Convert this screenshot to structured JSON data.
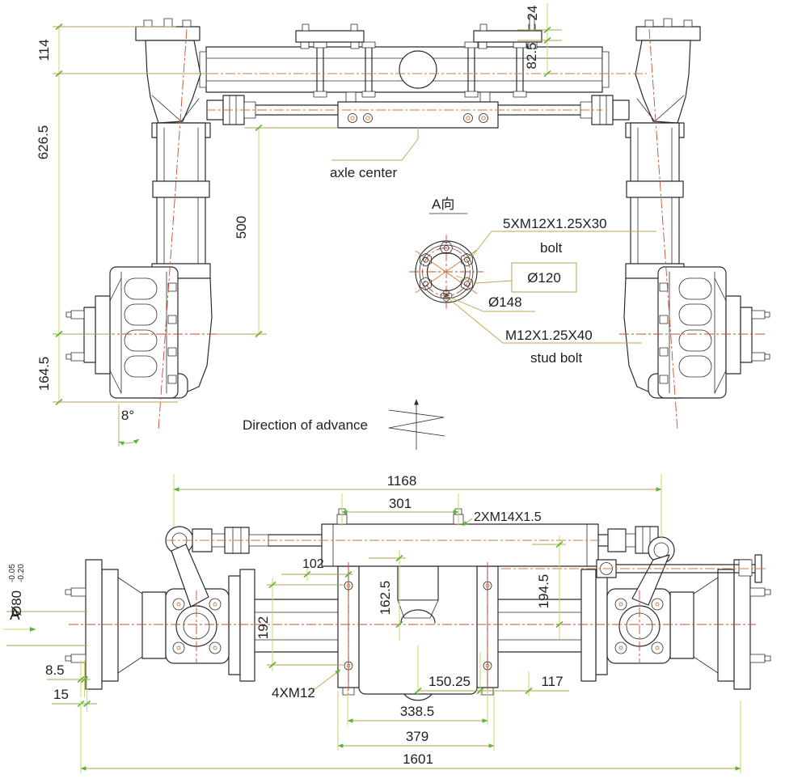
{
  "colors": {
    "outline": "#2b2b2b",
    "dimension": "#b3a24f",
    "dimension_light": "#ccd36a",
    "arrow_tick": "#5cb637",
    "centerline": "#cc4a2e",
    "centerline_orange": "#cf7a3a",
    "leader": "#c2a44e",
    "text": "#1f1f1f",
    "background": "#ffffff"
  },
  "front_view": {
    "labels": {
      "axle_center": "axle center"
    },
    "dimensions": {
      "bracket_top_to_center": "114",
      "center_to_wheel_center": "626.5",
      "wheel_center_to_bottom": "164.5",
      "kingpin_angle": "8°",
      "bracket_height": "24",
      "bracket_to_center": "82.5",
      "tie_rod_drop": "500"
    }
  },
  "detail_view": {
    "title": "A向",
    "bolt_spec": "5XM12X1.25X30",
    "bolt_word": "bolt",
    "bolt_circle_dia": "Ø120",
    "flange_dia": "Ø148",
    "stud_spec": "M12X1.25X40",
    "stud_word": "stud bolt"
  },
  "direction_label": "Direction of advance",
  "plan_view": {
    "section_label": "A",
    "dimensions": {
      "tie_rod_span": "1168",
      "cylinder_ports": "301",
      "port_thread": "2XM14X1.5",
      "flange_offset": "102",
      "cylinder_to_center": "162.5",
      "rod_to_center": "194.5",
      "trunnion_spacing": "192",
      "hub_pilot_dia": "Ø80",
      "hub_pilot_tol_upper": "-0.05",
      "hub_pilot_tol_lower": "-0.20",
      "hub_step_1": "8.5",
      "hub_step_2": "15",
      "flange_bolts": "4XM12",
      "center_to_trunnion": "150.25",
      "trunnion_to_hub": "117",
      "trunnion_span": "338.5",
      "flange_span": "379",
      "overall_width": "1601"
    }
  }
}
